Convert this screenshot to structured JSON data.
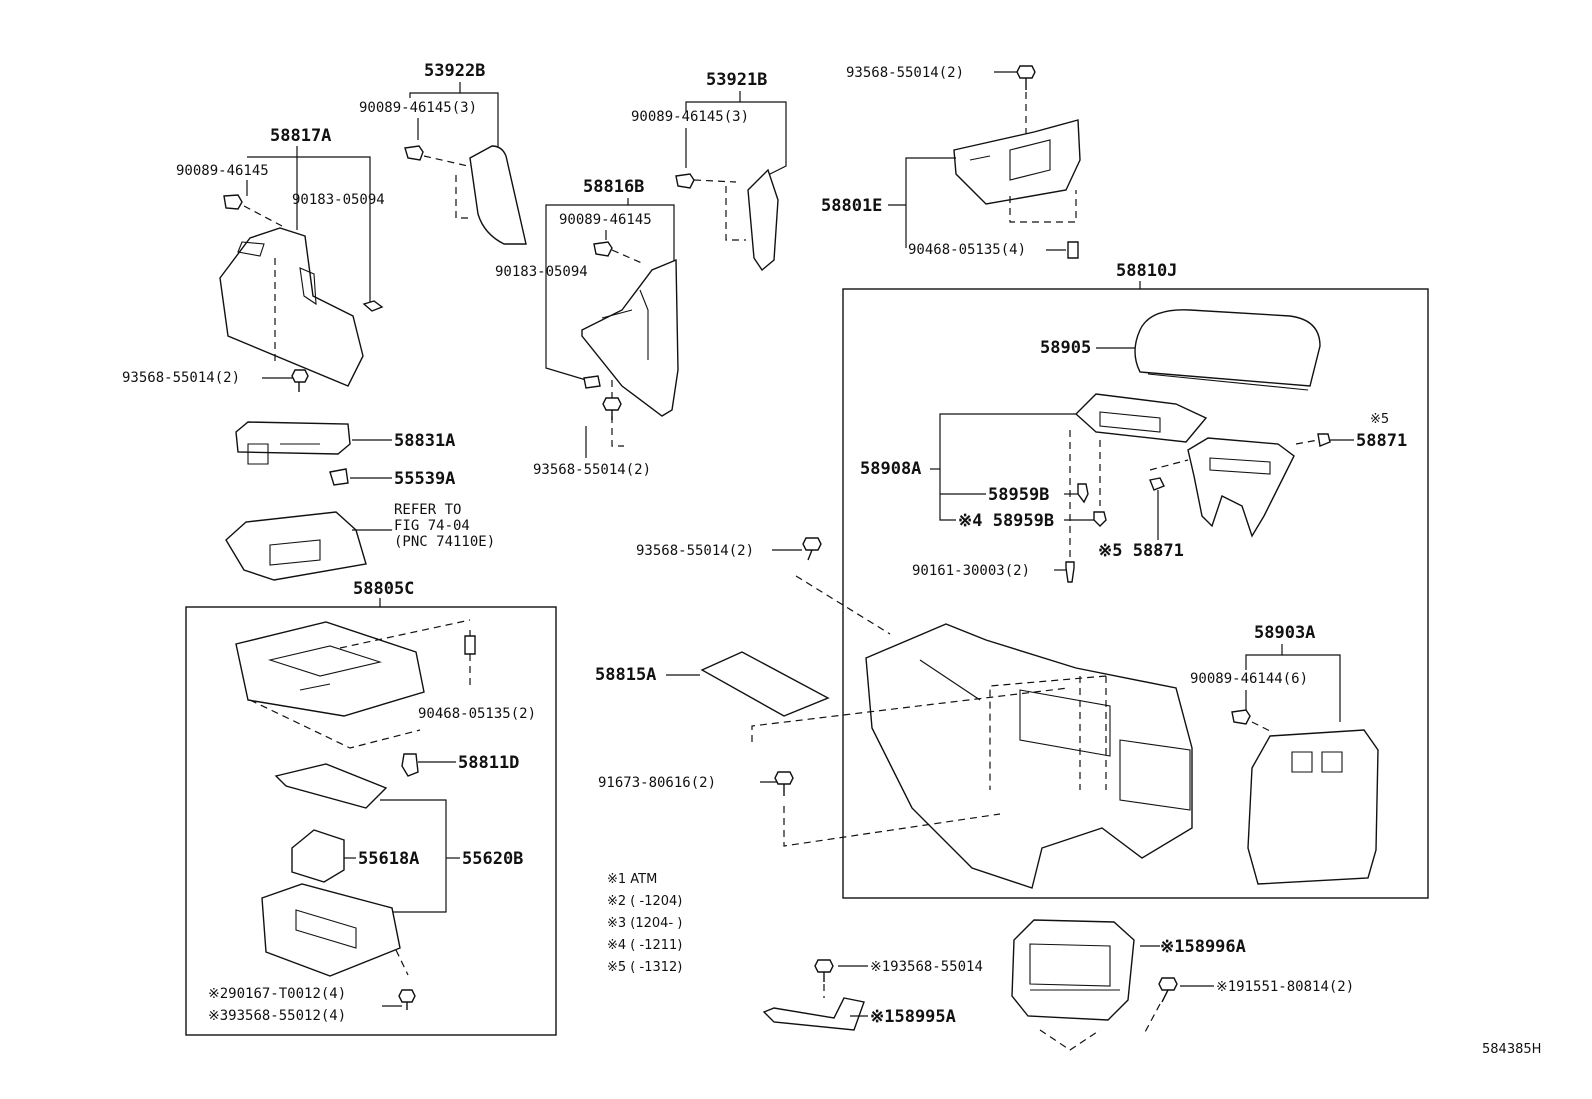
{
  "labels": {
    "p53922B": "53922B",
    "p90089_46145_3a": "90089-46145(3)",
    "p58817A": "58817A",
    "p90089_46145a": "90089-46145",
    "p90183_05094a": "90183-05094",
    "p93568_55014_2a": "93568-55014(2)",
    "p58831A": "58831A",
    "p55539A": "55539A",
    "refer1": "REFER TO",
    "refer2": "FIG 74-04",
    "refer3": "(PNC 74110E)",
    "p58805C": "58805C",
    "p90468_05135_2": "90468-05135(2)",
    "p58811D": "58811D",
    "p55618A": "55618A",
    "p55620B": "55620B",
    "p90167": "※290167-T0012(4)",
    "p93568_55012": "※393568-55012(4)",
    "p53921B": "53921B",
    "p90089_46145_3b": "90089-46145(3)",
    "p58816B": "58816B",
    "p90089_46145b": "90089-46145",
    "p90183_05094b": "90183-05094",
    "p93568_55014_2b": "93568-55014(2)",
    "p93568_55014_2c": "93568-55014(2)",
    "p58815A": "58815A",
    "p91673": "91673-80616(2)",
    "p93568_55014_2d": "93568-55014(2)",
    "p58801E": "58801E",
    "p90468_05135_4": "90468-05135(4)",
    "p58810J": "58810J",
    "p58905": "58905",
    "p58908A": "58908A",
    "p58959B_a": "58959B",
    "p58959B_b": "※4 58959B",
    "p90161": "90161-30003(2)",
    "p58871_note": "※5",
    "p58871_a": "58871",
    "p58871_b": "※5 58871",
    "p58903A": "58903A",
    "p90089_46144": "90089-46144(6)",
    "p93568_55014_x1": "※193568-55014",
    "p58995A": "※158995A",
    "p58996A": "※158996A",
    "p91551": "※191551-80814(2)",
    "drawing_no": "584385H"
  },
  "notes": [
    "※1 ATM",
    "※2 (      -1204)",
    "※3 (1204-      )",
    "※4 (      -1211)",
    "※5 (      -1312)"
  ]
}
